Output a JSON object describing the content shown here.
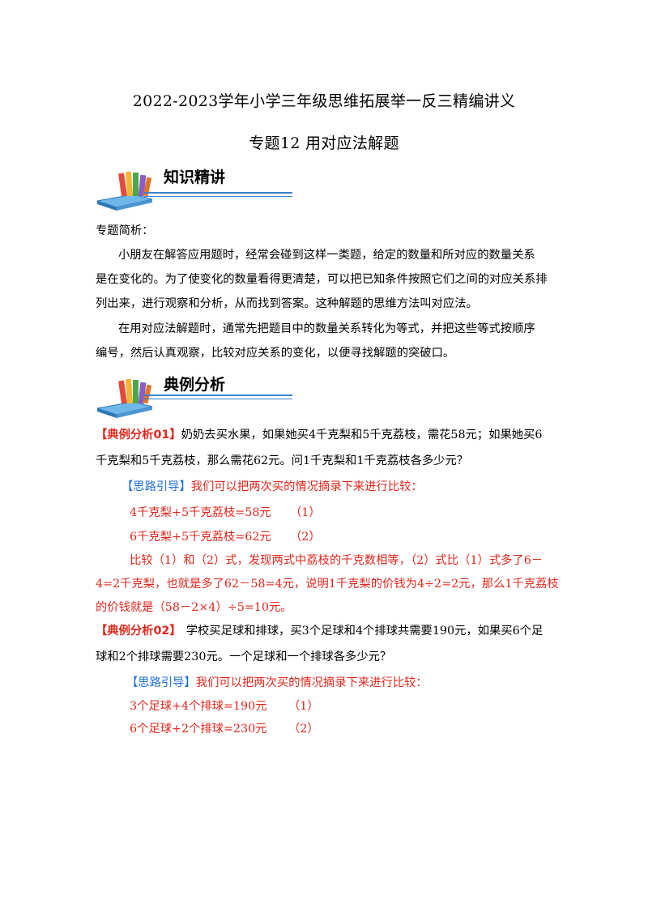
{
  "doc": {
    "title": "2022-2023学年小学三年级思维拓展举一反三精编讲义",
    "subtitle": "专题12 用对应法解题"
  },
  "sections": {
    "knowledge": "知识精讲",
    "examples": "典例分析"
  },
  "intro": {
    "heading": "专题简析：",
    "p1_line1": "小朋友在解答应用题时，经常会碰到这样一类题，给定的数量和所对应的数量关系",
    "p1_line2": "是在变化的。为了使变化的数量看得更清楚，可以把已知条件按照它们之间的对应关系排",
    "p1_line3": "列出来，进行观察和分析，从而找到答案。这种解题的思维方法叫对应法。",
    "p2_line1": "在用对应法解题时，通常先把题目中的数量关系转化为等式，并把这些等式按顺序",
    "p2_line2": "编号，然后认真观察，比较对应关系的变化，以便寻找解题的突破口。"
  },
  "ex1": {
    "tag": "【典例分析01】",
    "q_line1": "奶奶去买水果，如果她买4千克梨和5千克荔枝，需花58元；如果她买6",
    "q_line2": "千克梨和5千克荔枝，那么需花62元。问1千克梨和1千克荔枝各多少元？",
    "hint_tag": "【思路引导】",
    "hint": "我们可以把两次买的情况摘录下来进行比较：",
    "eq1": "4千克梨+5千克荔枝=58元",
    "eq1_no": "（1）",
    "eq2": "6千克梨+5千克荔枝=62元",
    "eq2_no": "（2）",
    "sol_line1": "比较（1）和（2）式，发现两式中荔枝的千克数相等，（2）式比（1）式多了6－",
    "sol_line2": "4=2千克梨，也就是多了62－58=4元，说明1千克梨的价钱为4÷2=2元，那么1千克荔枝",
    "sol_line3": "的价钱就是（58－2×4）÷5=10元。"
  },
  "ex2": {
    "tag": "【典例分析02】",
    "q_line1": "学校买足球和排球，买3个足球和4个排球共需要190元，如果买6个足",
    "q_line2": "球和2个排球需要230元。一个足球和一个排球各多少元？",
    "hint_tag": "【思路引导】",
    "hint": "我们可以把两次买的情况摘录下来进行比较：",
    "eq1": "3个足球+4个排球=190元",
    "eq1_no": "（1）",
    "eq2": "6个足球+2个排球=230元",
    "eq2_no": "（2）"
  }
}
